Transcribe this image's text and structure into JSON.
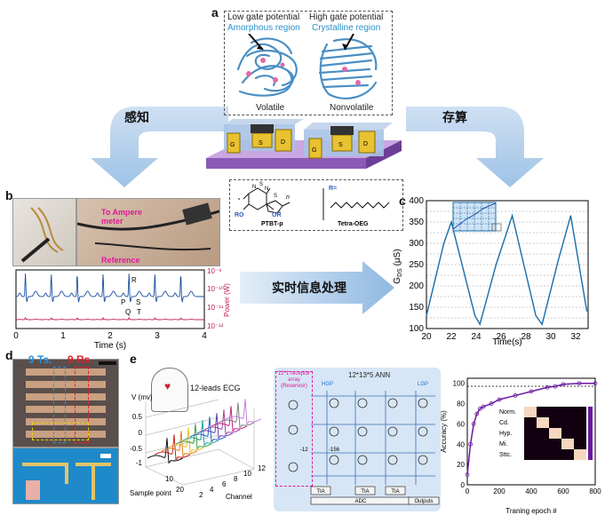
{
  "panel_labels": {
    "a": "a",
    "b": "b",
    "c": "c",
    "d": "d",
    "e": "e"
  },
  "arrows": {
    "left": "感知",
    "right": "存算",
    "middle": "实时信息处理"
  },
  "panel_a": {
    "low_gate": "Low gate potential",
    "amorphous": "Amorphous region",
    "high_gate": "High gate potential",
    "crystalline": "Crystalline region",
    "volatile": "Volatile",
    "nonvolatile": "Nonvolatile",
    "electrodes": [
      "G",
      "S",
      "D",
      "G",
      "S",
      "D"
    ],
    "polymer_name": "PTBT-p",
    "side_chain_name": "Tetra-OEG",
    "r_label": "R=",
    "repeat_n": "n",
    "ring_atoms": [
      "N",
      "S",
      "N",
      "S",
      "S"
    ],
    "ro": "RO",
    "or": "OR"
  },
  "panel_b": {
    "to_ampere": "To Ampere",
    "meter": "meter",
    "reference": "Reference",
    "ecg_labels": [
      "R",
      "P",
      "S",
      "Q",
      "T"
    ],
    "x_label": "Time (s)",
    "x_ticks": [
      "0",
      "1",
      "2",
      "3",
      "4"
    ],
    "y_right_label": "Power (W)",
    "y_right_ticks": [
      "10⁻⁹",
      "10⁻¹⁰",
      "10⁻¹¹",
      "10⁻¹²"
    ]
  },
  "panel_d": {
    "ts_label": "9 Ts.",
    "rs_label": "9 Rs"
  },
  "panel_e": {
    "ecg_title": "12-leads ECG",
    "v_axis": "V (mv)",
    "v_ticks": [
      "0.5",
      "0",
      "-0.5",
      "-1"
    ],
    "sample_axis": "Sample point",
    "sample_ticks": [
      "10",
      "20"
    ],
    "channel_axis": "Channel",
    "channel_ticks": [
      "2",
      "4",
      "6",
      "8",
      "10",
      "12"
    ],
    "receptor": "12*1 receptor array (Reservoir)",
    "ann": "12*13*5 ANN",
    "hgp": "HGP",
    "lgp": "LGP",
    "tia": [
      "TIA",
      "TIA",
      "TIA"
    ],
    "adc": "ADC",
    "outputs": "Outputs",
    "nums": [
      "-12",
      "-156"
    ],
    "classes": [
      "Norm.",
      "Cd.",
      "Hyp.",
      "Mi.",
      "Sttc."
    ],
    "acc_y_label": "Accuracy (%)",
    "acc_y_ticks": [
      "100",
      "80",
      "60",
      "40",
      "20",
      "0"
    ],
    "acc_x_label": "Traning epoch #",
    "acc_x_ticks": [
      "0",
      "200",
      "400",
      "600",
      "800"
    ]
  },
  "chart_data": [
    {
      "type": "line",
      "title": "",
      "xlabel": "Time(s)",
      "ylabel": "G_DS (μS)",
      "xlim": [
        20,
        33
      ],
      "ylim": [
        100,
        400
      ],
      "x_ticks": [
        20,
        22,
        24,
        26,
        28,
        30,
        32
      ],
      "y_ticks": [
        100,
        150,
        200,
        250,
        300,
        350,
        400
      ],
      "grid": "horizontal dashed",
      "series": [
        {
          "x": [
            20,
            21.4,
            22.0,
            23.9,
            24.3,
            25.6,
            26.9,
            28.8,
            29.3,
            30.6,
            31.6,
            32.9
          ],
          "y": [
            130,
            300,
            350,
            130,
            110,
            250,
            365,
            130,
            110,
            260,
            365,
            140
          ]
        }
      ],
      "inset_overlay": "150 to 300 step 20 dashed levels"
    },
    {
      "type": "scatter",
      "title": "",
      "xlabel": "Traning epoch #",
      "ylabel": "Accuracy (%)",
      "xlim": [
        0,
        800
      ],
      "ylim": [
        0,
        105
      ],
      "series": [
        {
          "x": [
            0,
            20,
            40,
            60,
            80,
            100,
            150,
            200,
            300,
            400,
            500,
            550,
            600,
            700,
            800
          ],
          "y": [
            10,
            40,
            60,
            70,
            75,
            77,
            80,
            84,
            88,
            92,
            96,
            97,
            99,
            100,
            100
          ]
        }
      ]
    }
  ]
}
